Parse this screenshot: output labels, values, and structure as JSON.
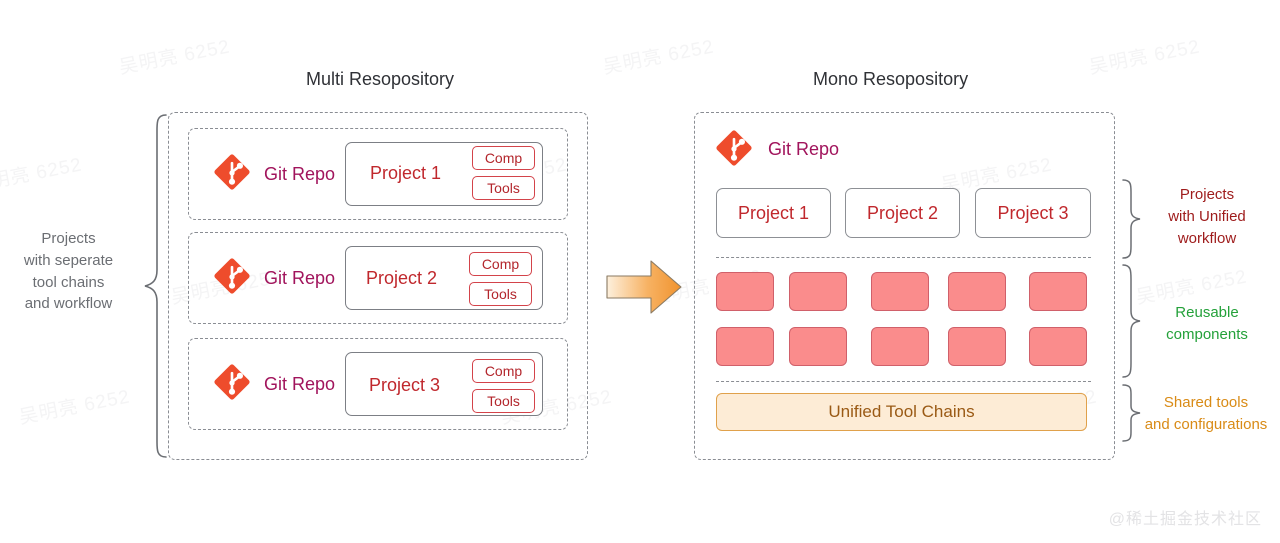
{
  "diagram": {
    "title_left": "Multi Resopository",
    "title_right": "Mono Resopository",
    "arrow": "right-arrow"
  },
  "colors": {
    "git_orange": "#ee4c2c",
    "git_label": "#a1145c",
    "project_red": "#c0282d",
    "tag_red": "#b3262c",
    "component_pink": "#fa8c8c",
    "component_border": "#d0606a",
    "toolchain_fill": "#fdecd6",
    "toolchain_border": "#e0a14b",
    "toolchain_text": "#9a5a15",
    "dashed_gray": "#8a8d93",
    "label_gray": "#6b6e73",
    "label_red": "#9e1b1b",
    "label_green": "#24a13a",
    "label_orange": "#d98b16",
    "arrow_orange": "#f6a44a"
  },
  "multi_repo": {
    "side_note": "Projects\nwith seperate\ntool chains\nand workflow",
    "rows": [
      {
        "git_label": "Git Repo",
        "project": "Project 1",
        "tags": [
          "Comp",
          "Tools"
        ]
      },
      {
        "git_label": "Git Repo",
        "project": "Project 2",
        "tags": [
          "Comp",
          "Tools"
        ]
      },
      {
        "git_label": "Git Repo",
        "project": "Project 3",
        "tags": [
          "Comp",
          "Tools"
        ]
      }
    ]
  },
  "mono_repo": {
    "git_label": "Git Repo",
    "projects": [
      "Project 1",
      "Project 2",
      "Project 3"
    ],
    "components_count": 10,
    "toolchain_label": "Unified Tool Chains",
    "side_notes": [
      "Projects\nwith Unified\nworkflow",
      "Reusable\ncomponents",
      "Shared tools\nand configurations"
    ]
  },
  "watermarks": {
    "tiled_text": "吴明亮 6252",
    "bottom_right": "@稀土掘金技术社区"
  }
}
